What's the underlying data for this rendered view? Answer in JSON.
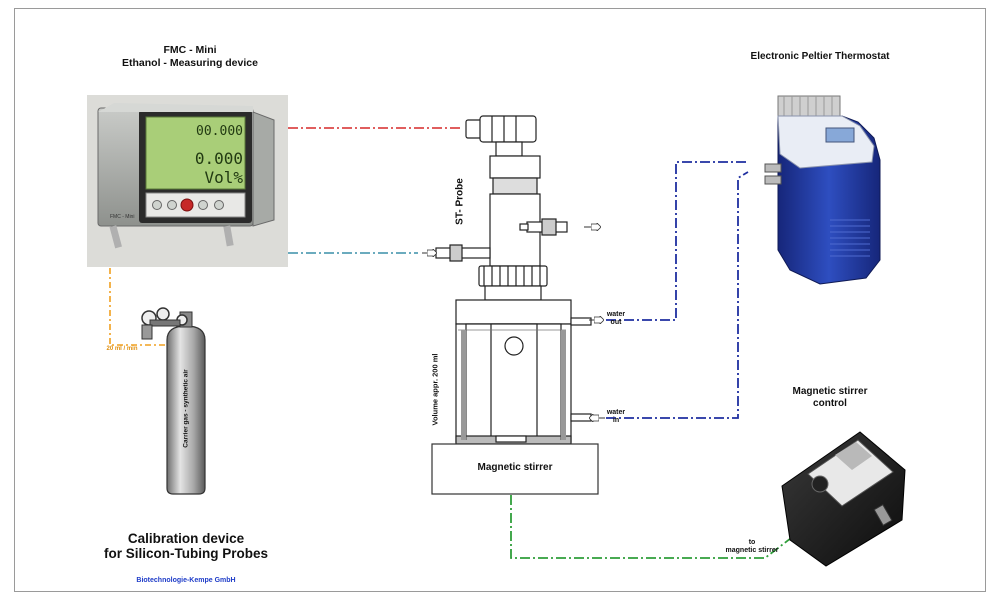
{
  "fmc": {
    "title_line1": "FMC - Mini",
    "title_line2": "Ethanol - Measuring device",
    "display_line1": "00.000",
    "display_line2": "0.000 Vol%",
    "side_label": "FMC - Mini"
  },
  "probe": {
    "label": "ST- Probe"
  },
  "vessel": {
    "volume_label": "Volume appr. 200 ml"
  },
  "stirrer": {
    "label": "Magnetic stirrer"
  },
  "thermostat": {
    "title": "Electronic Peltier Thermostat"
  },
  "water": {
    "out_word": "water",
    "out_dir": "out",
    "in_word": "water",
    "in_dir": "in"
  },
  "gas": {
    "flow_label": "20 ml / min",
    "bottle_label": "Carrier gas - synthetic air"
  },
  "controller": {
    "title_line1": "Magnetic stirrer",
    "title_line2": "control",
    "to_line1": "to",
    "to_line2": "magnetic stirrer"
  },
  "footer": {
    "main_line1": "Calibration device",
    "main_line2": "for Silicon-Tubing Probes",
    "company": "Biotechnologie-Kempe GmbH"
  },
  "colors": {
    "red_line": "#d62828",
    "teal_line": "#3a8fa8",
    "blue_line": "#1f2fa0",
    "orange_line": "#f0a020",
    "green_line": "#2f9e3a",
    "company_text": "#1e3cc8",
    "thermostat_blue": "#203a9a"
  }
}
